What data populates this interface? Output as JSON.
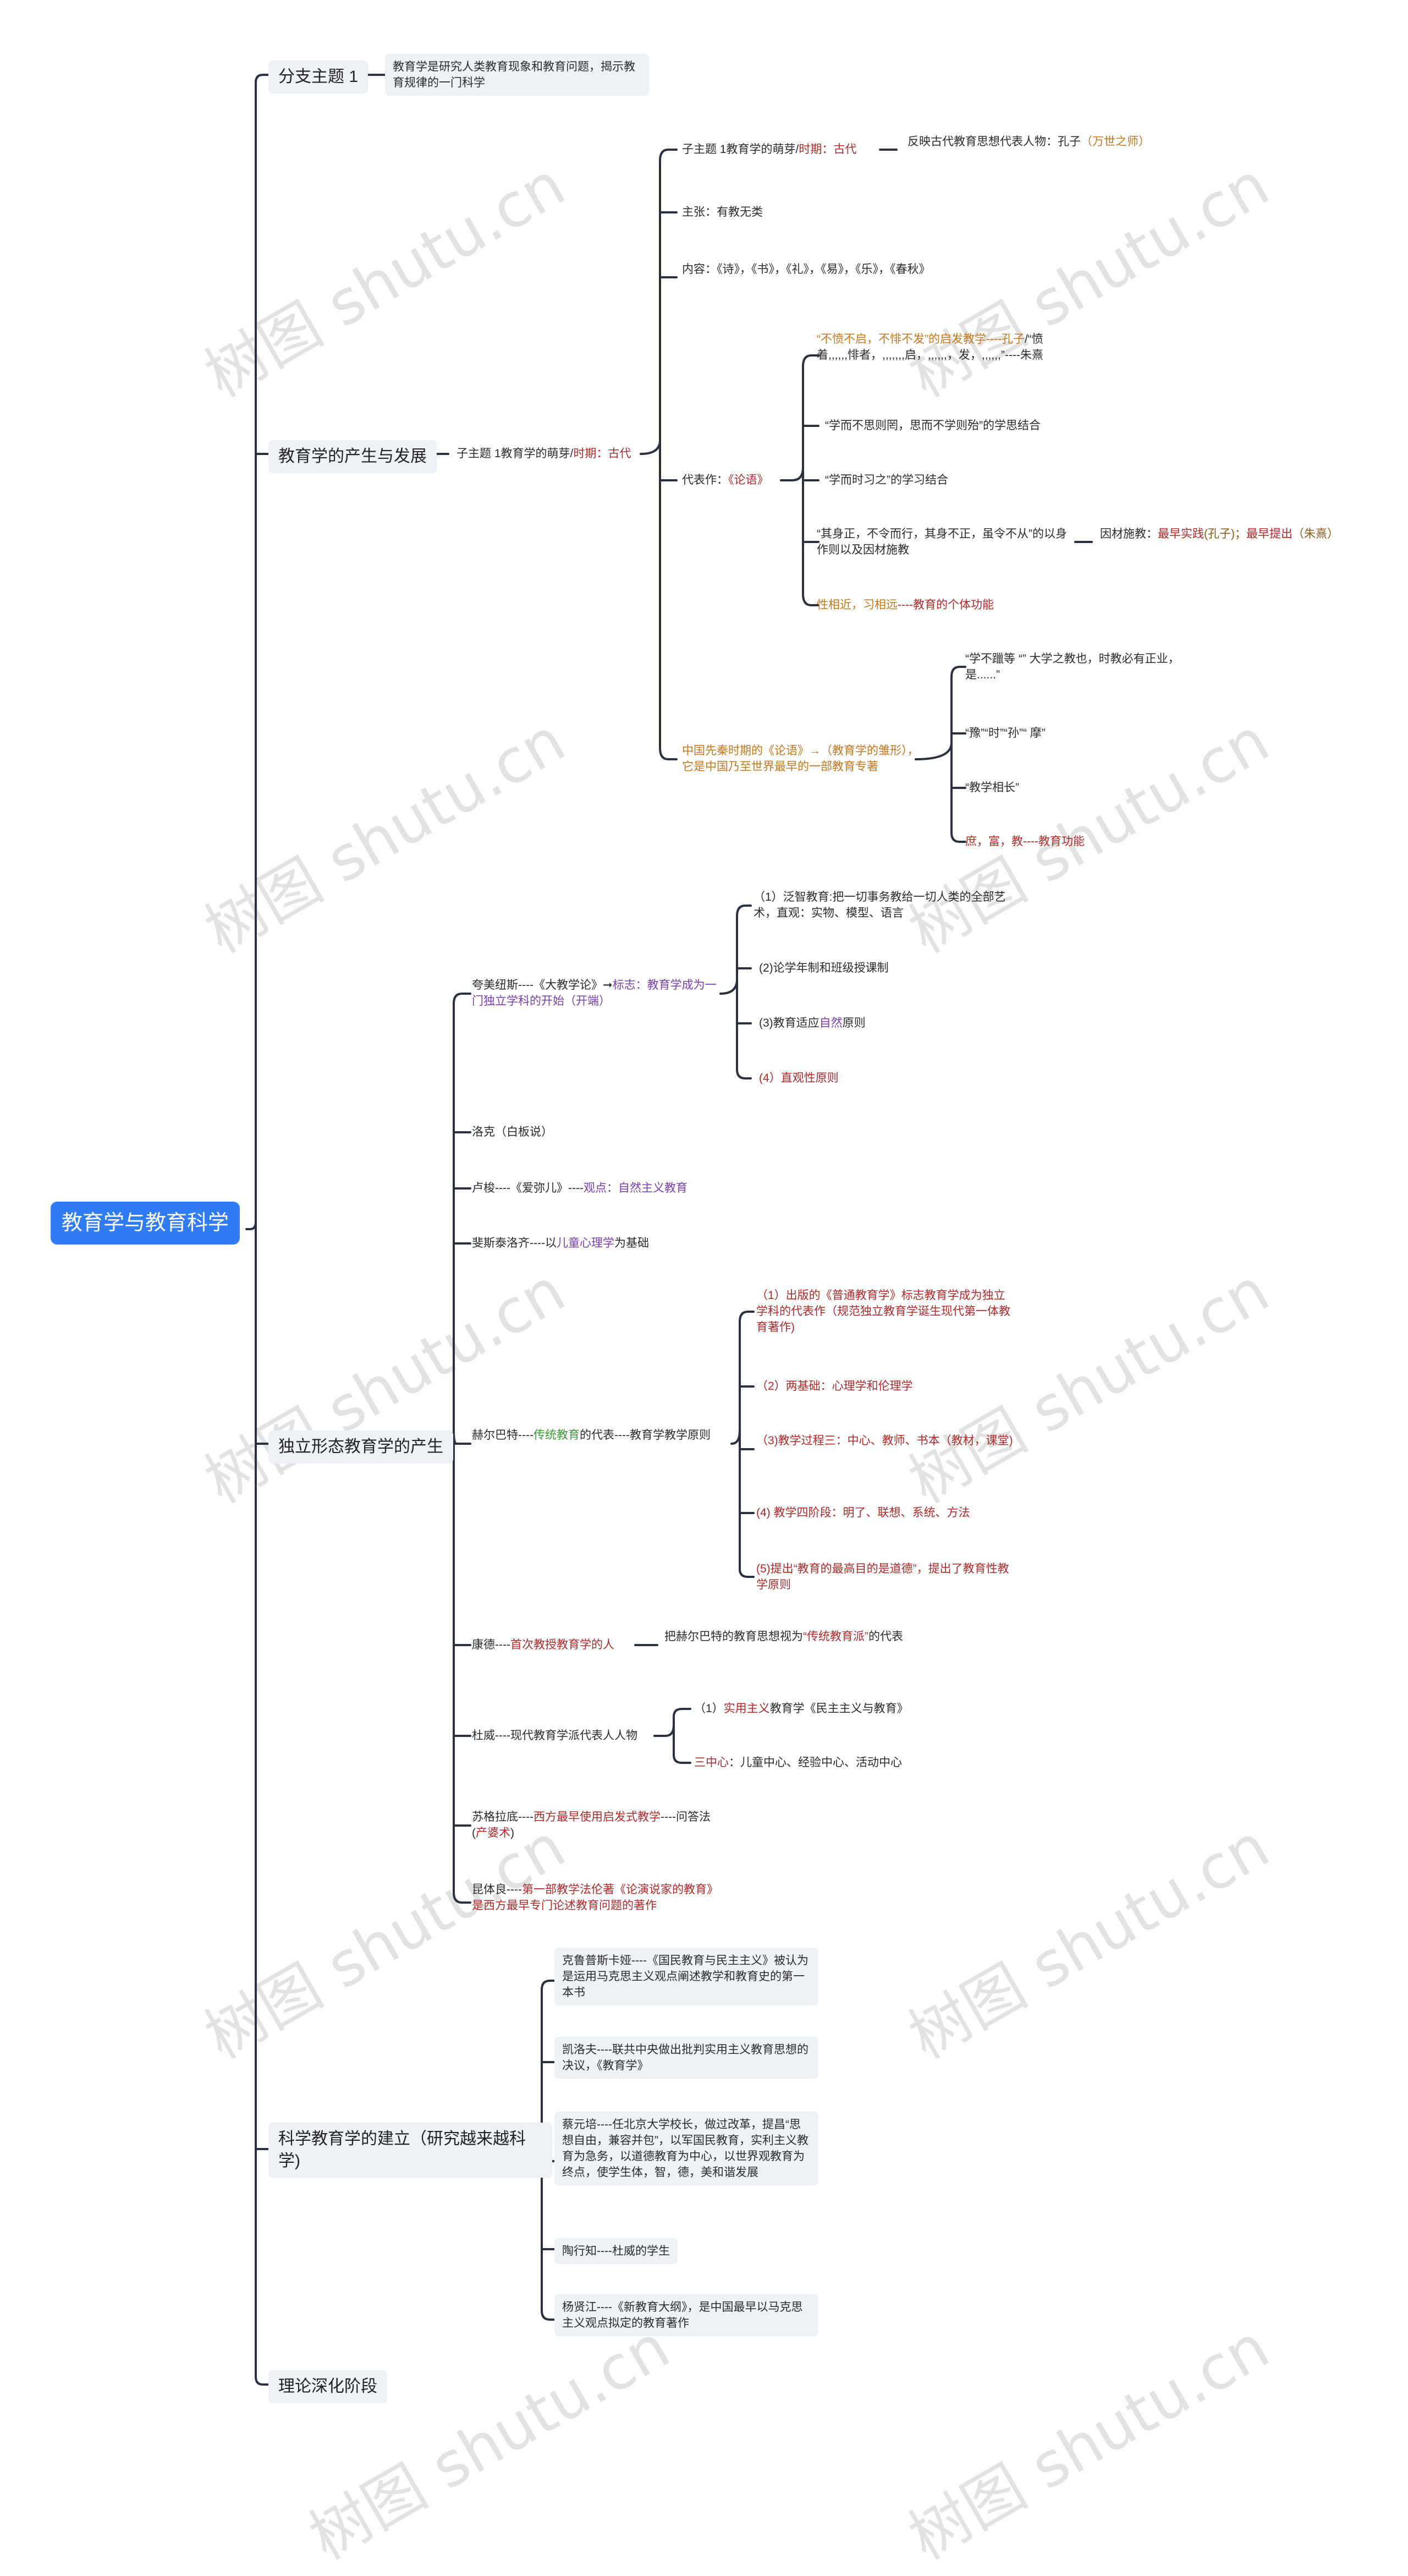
{
  "root": "教育学与教育科学",
  "watermark": "树图 shutu.cn",
  "branch1": {
    "title": "分支主题 1",
    "desc": "教育学是研究人类教育现象和教育问题，揭示教育规律的一门科学"
  },
  "branch2": {
    "title": "教育学的产生与发展",
    "sub_a": "子主题 1教育学的萌芽/",
    "sub_b": "时期：古代",
    "n1_a": "子主题 1教育学的萌芽/",
    "n1_b": "时期：古代",
    "n1_rep_a": "反映古代教育思想代表人物：孔子",
    "n1_rep_b": "（万世之师）",
    "zhuzhang": "主张：有教无类",
    "neirong": "内容：《诗》，《书》，《礼》，《易》，《乐》，《春秋》",
    "daibiao_a": "代表作：",
    "daibiao_b": "《论语》",
    "q1_a": "“不愤不启，不悱不发”的启发教学----孔子",
    "q1_b": "/“愤着,,,,,,悱者，,,,,,,,启，,,,,,,，发，,,,,,,”----朱熹",
    "q2": "“学而不思则罔，思而不学则殆”的学思结合",
    "q3": "“学而时习之”的学习结合",
    "q4": "“其身正，不令而行，其身不正，虽令不从”的以身作则以及因材施教",
    "q4_yc_a": "因材施教：",
    "q4_yc_b": "最早实践",
    "q4_yc_c": "(孔子)；",
    "q4_yc_d": "最早提出",
    "q4_yc_e": "（朱熹）",
    "q5_a": "性相近，习相远",
    "q5_b": "----教育的个体功能",
    "pre_a": "中国先秦时期的《论语》→（教育学的雏形），它是中国乃至世界最早的一部教育专著",
    "p1": "“学不躐等 “” 大学之教也，时教必有正业，是......”",
    "p2": "“豫”“时”“孙”“ 摩”",
    "p3": "“教学相长”",
    "p4_a": "庶，富，教",
    "p4_b": "----教育功能"
  },
  "branch3": {
    "title": "独立形态教育学的产生",
    "kmn_a": "夸美纽斯----《大教学论》➞",
    "kmn_b": "标志：教育学成为一门独立学科的开始（开端）",
    "k1": "（1）泛智教育:把一切事务教给一切人类的全部艺术，直观：实物、模型、语言",
    "k2": "(2)论学年制和班级授课制",
    "k3_a": "(3)教育适应",
    "k3_b": "自然",
    "k3_c": "原则",
    "k4": "(4）直观性原则",
    "locke": "洛克（白板说）",
    "rousseau_a": "卢梭----《爱弥儿》----",
    "rousseau_b": "观点：自然主义教育",
    "pesta_a": "斐斯泰洛齐----以",
    "pesta_b": "儿童心理学",
    "pesta_c": "为基础",
    "herb_a": "赫尔巴特----",
    "herb_b": "传统教育",
    "herb_c": "的代表----教育学教学原则",
    "h1": "（1）出版的《普通教育学》标志教育学成为独立学科的代表作（规范独立教育学诞生现代第一体教育著作)",
    "h2": "（2）两基础：心理学和伦理学",
    "h3": "（3)教学过程三：中心、教师、书本（教材，课堂)",
    "h4": "(4) 教学四阶段：明了、联想、系统、方法",
    "h5": "(5)提出“教育的最高目的是道德”，提出了教育性教学原则",
    "kant_a": "康德----",
    "kant_b": "首次教授教育学的人",
    "kant_r_a": "把赫尔巴特的教育思想视为",
    "kant_r_b": "“传统教育派”",
    "kant_r_c": "的代表",
    "dewey": "杜威----现代教育学派代表人人物",
    "d1_a": "（1）",
    "d1_b": "实用主义",
    "d1_c": "教育学《民主主义与教育》",
    "d2_a": "三中心",
    "d2_b": "：儿童中心、经验中心、活动中心",
    "socr_a": "苏格拉底----",
    "socr_b": "西方最早使用启发式教学",
    "socr_c": "----问答法(",
    "socr_d": "产婆术",
    "socr_e": ")",
    "quint_a": "昆体良----",
    "quint_b": "第一部教学法伦著《论演说家的教育》是西方最早专门论述教育问题的著作"
  },
  "branch4": {
    "title": "科学教育学的建立（研究越来越科学)",
    "s1": "克鲁普斯卡娅----《国民教育与民主主义》被认为是运用马克思主义观点阐述教学和教育史的第一本书",
    "s2": "凯洛夫----联共中央做出批判实用主义教育思想的决议，《教育学》",
    "s3": "蔡元培----任北京大学校长，做过改革，提昌“思想自由，兼容并包”，以军国民教育，实利主义教育为急务，以道德教育为中心，以世界观教育为终点，使学生体，智，德，美和谐发展",
    "s4": "陶行知----杜威的学生",
    "s5": "杨贤江----《新教育大纲》，是中国最早以马克思主义观点拟定的教育著作"
  },
  "branch5": {
    "title": "理论深化阶段"
  },
  "colors": {
    "root_bg": "#2f7cf6",
    "node_bg": "#eef1f6",
    "line": "#2c3140",
    "orange": "#c8771c",
    "red": "#b22a2a",
    "purple": "#7a3fb3",
    "green": "#3d9a3a"
  }
}
